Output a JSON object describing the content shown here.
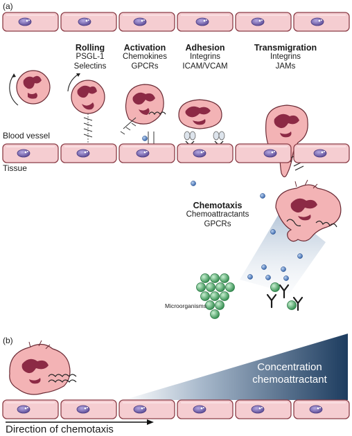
{
  "panels": {
    "a": "(a)",
    "b": "(b)"
  },
  "stages": [
    {
      "title": "Rolling",
      "lines": [
        "PSGL-1",
        "Selectins"
      ]
    },
    {
      "title": "Activation",
      "lines": [
        "Chemokines",
        "GPCRs"
      ]
    },
    {
      "title": "Adhesion",
      "lines": [
        "Integrins",
        "ICAM/VCAM"
      ]
    },
    {
      "title": "Transmigration",
      "lines": [
        "Integrins",
        "JAMs"
      ]
    }
  ],
  "labels": {
    "blood_vessel": "Blood vessel",
    "tissue": "Tissue",
    "microorganisms": "Microorganisms"
  },
  "chemotaxis": {
    "title": "Chemotaxis",
    "lines": [
      "Chemoattractants",
      "GPCRs"
    ]
  },
  "gradient": {
    "line1": "Concentration",
    "line2": "chemoattractant"
  },
  "direction": "Direction of chemotaxis",
  "colors": {
    "endothelial_fill": "#f5cdd1",
    "endothelial_stroke": "#8a3c46",
    "nucleus": "#6f5fa8",
    "leukocyte_fill": "#f3b3b5",
    "leukocyte_nucleus": "#8c2a45",
    "chemokine_dot": "#3f6fb5",
    "microbe": "#3e9a5a",
    "gradient_dark": "#1f3f63"
  }
}
